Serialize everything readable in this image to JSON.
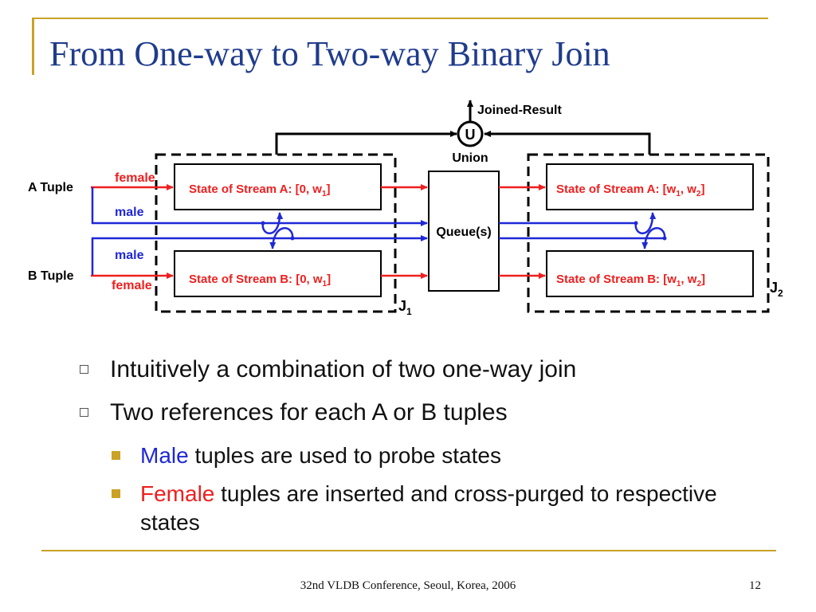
{
  "slide": {
    "title": "From One-way to Two-way Binary Join",
    "footer": "32nd VLDB Conference, Seoul, Korea, 2006",
    "page_number": "12"
  },
  "diagram": {
    "joined_result": "Joined-Result",
    "union_symbol": "U",
    "union_label": "Union",
    "queue_label": "Queue(s)",
    "a_tuple": "A Tuple",
    "b_tuple": "B Tuple",
    "female": "female",
    "male": "male",
    "j1": {
      "base": "J",
      "sub": "1"
    },
    "j2": {
      "base": "J",
      "sub": "2"
    },
    "j1_state_a": {
      "pre": "State of Stream A: [0, w",
      "sub": "1",
      "post": "]"
    },
    "j1_state_b": {
      "pre": "State of Stream B: [0, w",
      "sub": "1",
      "post": "]"
    },
    "j2_state_a": {
      "pre": "State of Stream A: [w",
      "sub1": "1",
      "mid": ", w",
      "sub2": "2",
      "post": "]"
    },
    "j2_state_b": {
      "pre": "State of Stream B: [w",
      "sub1": "1",
      "mid": ", w",
      "sub2": "2",
      "post": "]"
    },
    "colors": {
      "red": "#ee1f1f",
      "blue": "#1f28d6",
      "black": "#000000",
      "title": "#1f3c8c",
      "accent": "#c9a227"
    }
  },
  "bullets": [
    {
      "text": "Intuitively a combination of two one-way join"
    },
    {
      "text": "Two references for each A or B tuples"
    }
  ],
  "sub_bullets": [
    {
      "highlight": "Male",
      "rest": " tuples are used to probe states"
    },
    {
      "highlight": "Female",
      "rest": " tuples are inserted and cross-purged to respective states"
    }
  ]
}
